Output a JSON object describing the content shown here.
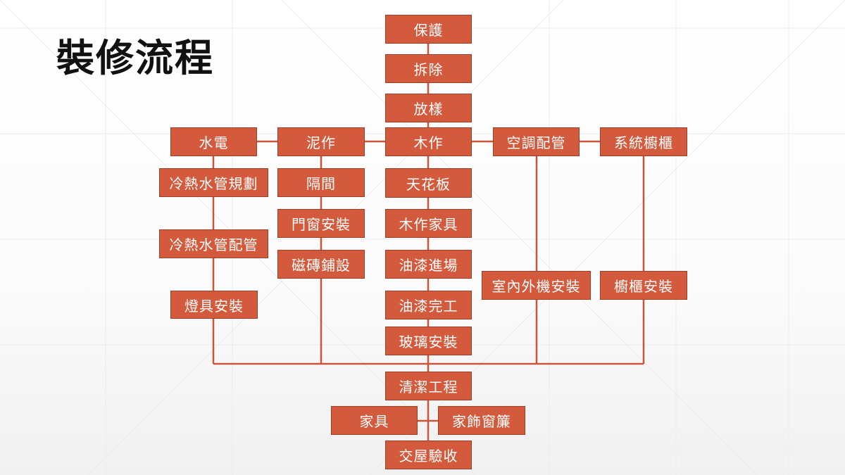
{
  "title": "裝修流程",
  "colors": {
    "box_fill": "#d35a3c",
    "box_border": "#9e3f27",
    "line": "#c9553a"
  },
  "steps": {
    "protect": "保護",
    "demolish": "拆除",
    "layout": "放樣",
    "carpentry": "木作",
    "plumbing_electrical": "水電",
    "masonry": "泥作",
    "ac_piping": "空調配管",
    "system_cabinets": "系統櫥櫃",
    "water_pipe_planning": "冷熱水管規劃",
    "water_pipe_install": "冷熱水管配管",
    "lighting_install": "燈具安裝",
    "partition": "隔間",
    "door_window_install": "門窗安裝",
    "tiling": "磁磚鋪設",
    "ceiling": "天花板",
    "wood_furniture": "木作家具",
    "painting_start": "油漆進場",
    "painting_complete": "油漆完工",
    "glass_install": "玻璃安裝",
    "ac_unit_install": "室內外機安裝",
    "cabinet_install": "櫥櫃安裝",
    "cleaning": "清潔工程",
    "furniture": "家具",
    "decor_curtains": "家飾窗簾",
    "handover": "交屋驗收"
  }
}
